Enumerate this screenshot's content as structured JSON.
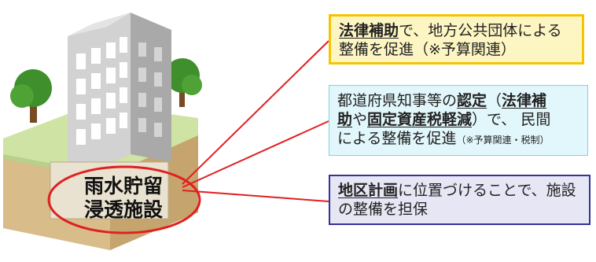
{
  "facility_label": {
    "line1": "雨水貯留",
    "line2": "浸透施設"
  },
  "boxes": {
    "legal": {
      "bold1": "法律補助",
      "text1": "で、地方公共団体による",
      "text2": "整備を促進（※予算関連）"
    },
    "cert": {
      "text1": "都道府県知事等の",
      "bold1": "認定",
      "text2": "（",
      "bold2": "法律補",
      "bold3": "助",
      "text3": "や",
      "bold4": "固定資産税軽減",
      "text4": "）で、 民間",
      "text5": "による整備を促進",
      "small": "（※予算関連・税制）"
    },
    "district": {
      "bold1": "地区計画",
      "text1": "に位置づけることで、施設",
      "text2": "の整備を担保"
    }
  },
  "colors": {
    "legal_border": "#f5c400",
    "legal_fill": "#fdf6c3",
    "cert_border": "#7fd3e6",
    "cert_fill": "#e2f7fb",
    "district_border": "#33339a",
    "district_fill": "#e6e6f5",
    "connector": "#e02020",
    "ellipse": "#e02020"
  }
}
